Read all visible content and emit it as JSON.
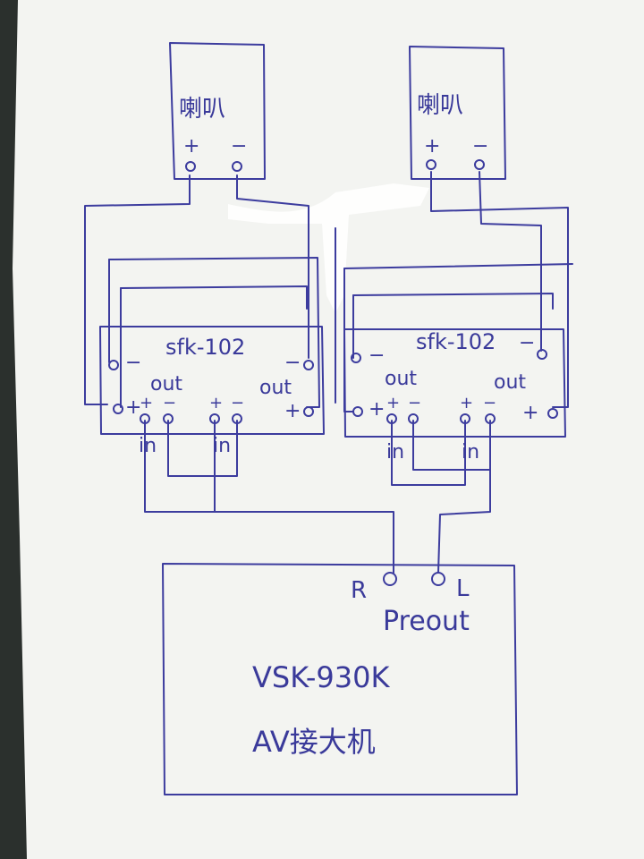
{
  "colors": {
    "ink": "#3c3c9e",
    "paper": "#f3f4f1",
    "tape": "#ffffff",
    "backdrop": "#2a2f2c"
  },
  "speakers": [
    {
      "label": "喇叭",
      "plus": "+",
      "minus": "−"
    },
    {
      "label": "喇叭",
      "plus": "+",
      "minus": "−"
    }
  ],
  "amps": [
    {
      "model": "sfk-102",
      "out_label_left": "out",
      "out_label_right": "out",
      "in_label": "in",
      "plus": "+",
      "minus": "−"
    },
    {
      "model": "sfk-102",
      "out_label_left": "out",
      "out_label_right": "out",
      "in_label": "in",
      "plus": "+",
      "minus": "−"
    }
  ],
  "receiver": {
    "model": "VSK-930K",
    "description": "AV接大机",
    "preout_label": "Preout",
    "r_label": "R",
    "l_label": "L"
  }
}
